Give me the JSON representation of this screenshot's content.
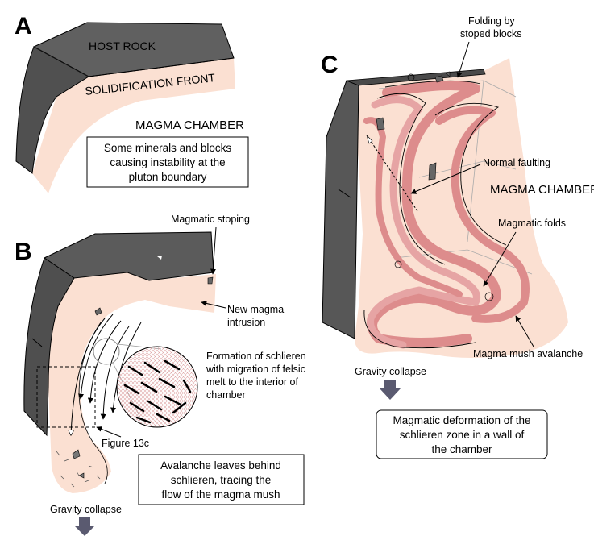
{
  "colors": {
    "host_rock": "#585858",
    "magma": "#fbe0d2",
    "schlieren": "#dd8c8c",
    "gray_arrow": "#5a5a70"
  },
  "panel_a": {
    "letter": "A",
    "host_rock": "HOST ROCK",
    "solidification_front": "SOLIDIFICATION FRONT",
    "magma_chamber": "MAGMA CHAMBER",
    "caption": [
      "Some minerals and blocks",
      "causing instability at the",
      "pluton boundary"
    ]
  },
  "panel_b": {
    "letter": "B",
    "magmatic_stoping": "Magmatic stoping",
    "new_magma": [
      "New magma",
      "intrusion"
    ],
    "schlieren_formation": [
      "Formation of schlieren",
      "with migration of felsic",
      "melt to the interior of",
      "chamber"
    ],
    "figure_ref": "Figure 13c",
    "caption": [
      "Avalanche leaves behind",
      "schlieren, tracing the",
      "flow of the magma mush"
    ],
    "gravity_collapse": "Gravity collapse"
  },
  "panel_c": {
    "letter": "C",
    "folding": [
      "Folding by",
      "stoped blocks"
    ],
    "normal_faulting": "Normal faulting",
    "magma_chamber": "MAGMA CHAMBER",
    "magmatic_folds": "Magmatic folds",
    "avalanche": "Magma mush avalanche",
    "gravity_collapse": "Gravity collapse",
    "caption": [
      "Magmatic deformation of the",
      "schlieren zone in a wall of",
      "the chamber"
    ]
  }
}
